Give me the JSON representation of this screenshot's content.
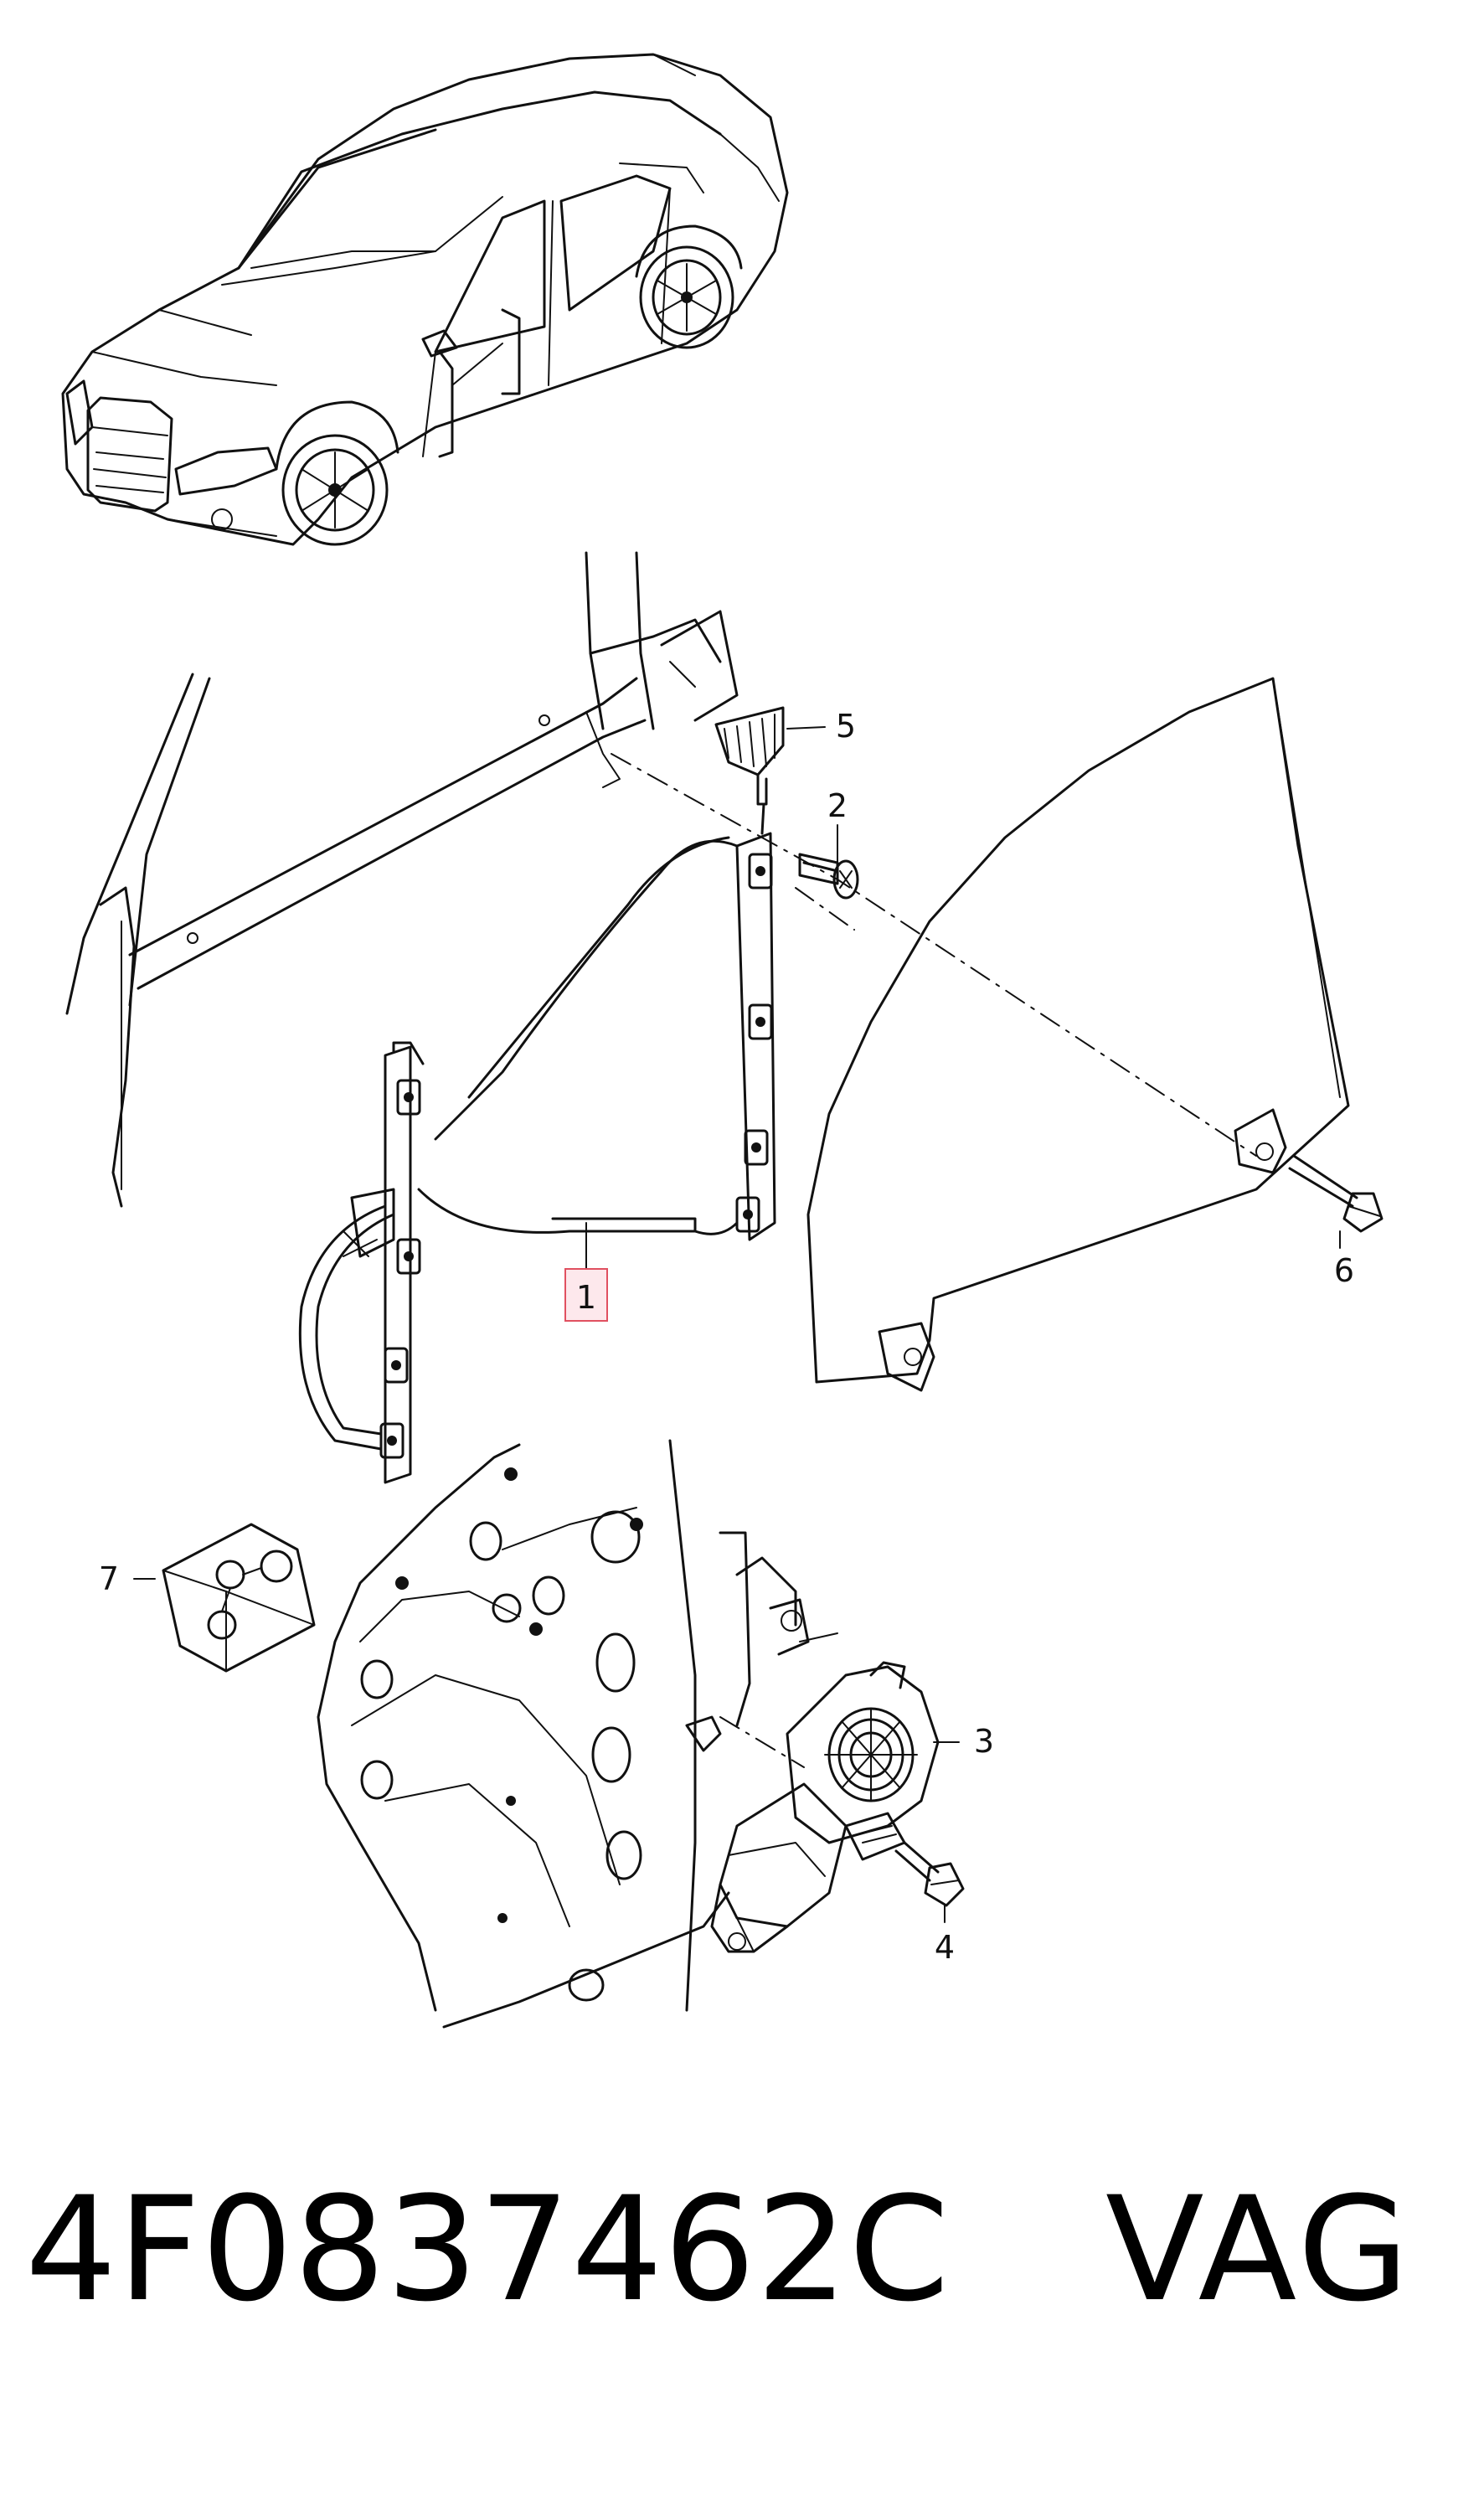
{
  "callouts": {
    "c1": "1",
    "c2": "2",
    "c3": "3",
    "c4": "4",
    "c5": "5",
    "c6": "6",
    "c7": "7"
  },
  "highlight_color": "#e05060",
  "part_number": "4F0837462C",
  "brand": "VAG"
}
